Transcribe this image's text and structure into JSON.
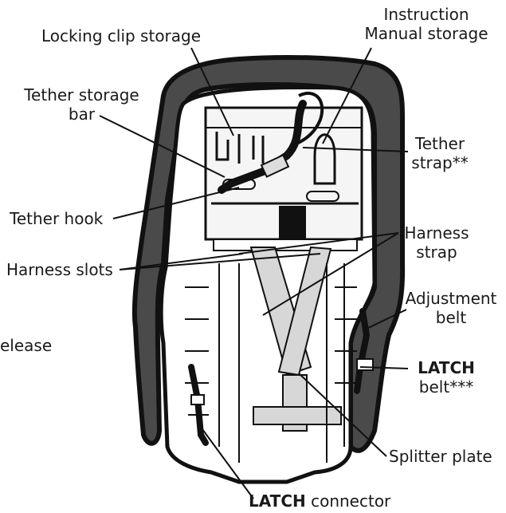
{
  "labels": {
    "instruction_manual_storage": [
      "Instruction",
      "Manual storage"
    ],
    "locking_clip_storage": "Locking clip storage",
    "tether_storage_bar": [
      "Tether storage",
      "bar"
    ],
    "tether_strap": [
      "Tether",
      "strap**"
    ],
    "tether_hook": "Tether hook",
    "harness_strap": [
      "Harness",
      "strap"
    ],
    "harness_slots": "Harness slots",
    "adjustment_belt": [
      "Adjustment",
      "belt"
    ],
    "release_partial": "elease",
    "latch_belt": {
      "bold": "LATCH",
      "rest": "belt***"
    },
    "splitter_plate": "Splitter plate",
    "latch_connector": {
      "bold": "LATCH",
      "rest": " connector"
    }
  },
  "colors": {
    "outline": "#111111",
    "pad": "#4a4a4a",
    "shell": "#ffffff",
    "strap": "#d7d7d7",
    "metal": "#efefef"
  }
}
